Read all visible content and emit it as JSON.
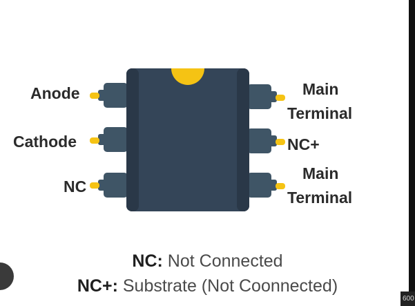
{
  "colors": {
    "chip_body": "#344558",
    "chip_body_side": "#2a3848",
    "chip_notch": "#f5c314",
    "pin": "#3f5566",
    "pin_tip": "#f5c314",
    "label_text": "#2b2b2b"
  },
  "pins": {
    "left": [
      {
        "label": "Anode"
      },
      {
        "label": "Cathode"
      },
      {
        "label": "NC"
      }
    ],
    "right": [
      {
        "label_line1": "Main",
        "label_line2": "Terminal"
      },
      {
        "label": "NC+"
      },
      {
        "label_line1": "Main",
        "label_line2": "Terminal"
      }
    ]
  },
  "legend": [
    {
      "term": "NC:",
      "desc": "Not Connected"
    },
    {
      "term": "NC+:",
      "desc": "Substrate (Not Coonnected)"
    }
  ],
  "corner_badge": "600"
}
